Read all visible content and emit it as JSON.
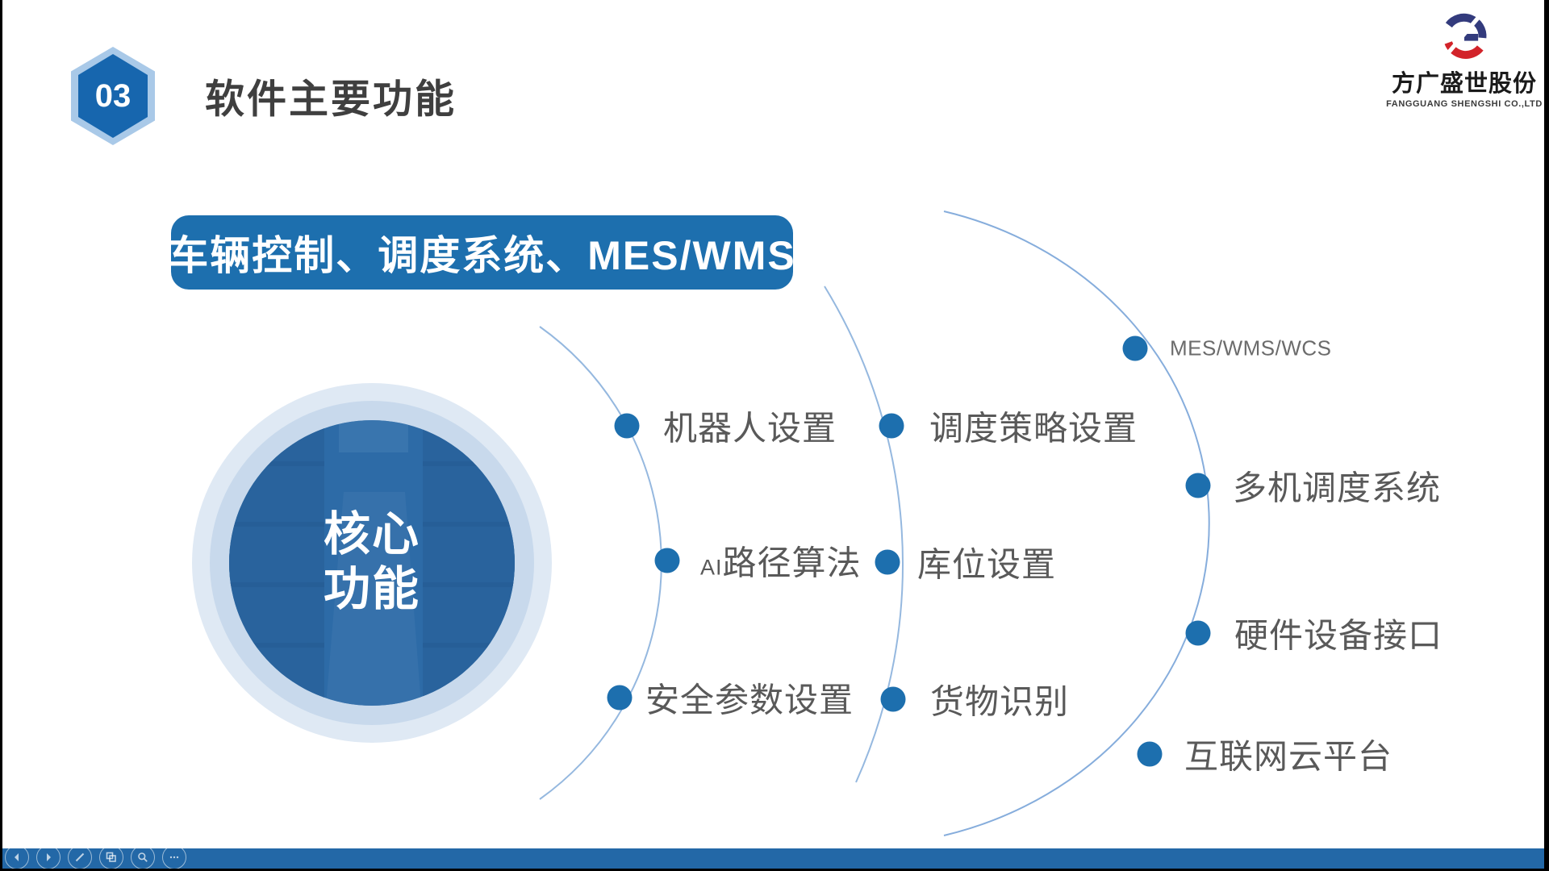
{
  "header": {
    "section_number": "03",
    "title": "软件主要功能"
  },
  "logo": {
    "company_cn": "方广盛世股份",
    "company_en": "FANGGUANG SHENGSHI CO.,LTD"
  },
  "banner": {
    "text": "车辆控制、调度系统、MES/WMS"
  },
  "core": {
    "line1": "核心",
    "line2": "功能"
  },
  "features": {
    "inner_ring": [
      {
        "label": "机器人设置"
      },
      {
        "prefix": "AI",
        "label": "路径算法"
      },
      {
        "label": "安全参数设置"
      }
    ],
    "middle_ring": [
      {
        "label": "调度策略设置"
      },
      {
        "label": "库位设置"
      },
      {
        "label": "货物识别"
      }
    ],
    "outer_ring": [
      {
        "label": "MES/WMS/WCS"
      },
      {
        "label": "多机调度系统"
      },
      {
        "label": "硬件设备接口"
      },
      {
        "label": "互联网云平台"
      }
    ]
  },
  "toolbar": {
    "icons": [
      "previous-slide",
      "next-slide",
      "pen",
      "slide-sorter",
      "zoom",
      "more"
    ]
  },
  "colors": {
    "primary_blue": "#1D6FAE",
    "arc_stroke": "#8AB0DC",
    "ring_outer": "#DFE9F4",
    "ring_mid": "#C8D9EC",
    "core_fill": "#2E6CA7",
    "label_text": "#595959",
    "latin_label_text": "#6B6B6B",
    "title_text": "#3F3F3F",
    "bottom_bar": "#2368A7",
    "logo_navy": "#333B7D",
    "logo_red": "#D2232A"
  }
}
